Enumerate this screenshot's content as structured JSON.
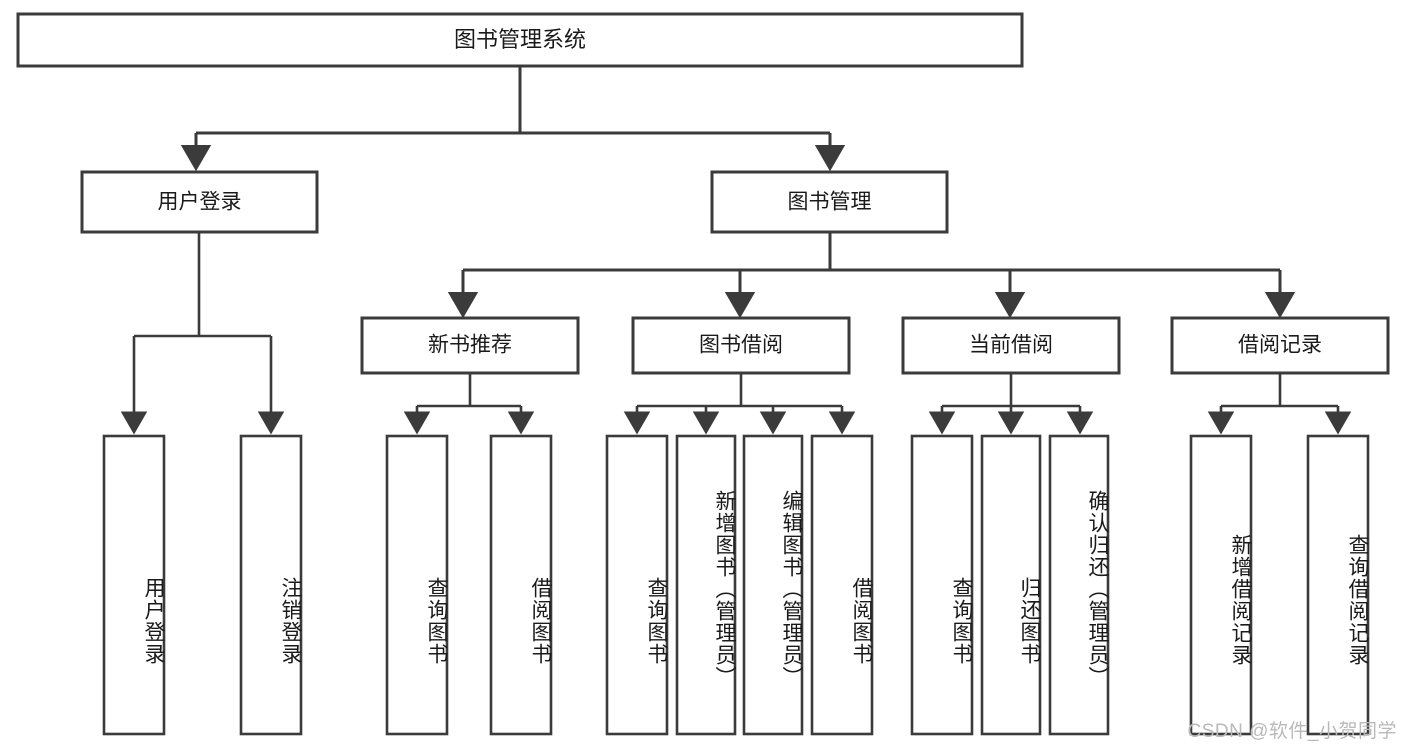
{
  "diagram": {
    "type": "tree-hierarchy-chart",
    "title": "图书管理系统",
    "background_color": "#ffffff",
    "box_stroke_color": "#3b3b3b",
    "box_fill_color": "#ffffff",
    "text_color": "#1a1a1a",
    "levels": 4,
    "root": {
      "id": "root",
      "label": "图书管理系统",
      "orientation": "horizontal"
    },
    "level2": [
      {
        "id": "user-login",
        "label": "用户登录",
        "orientation": "horizontal"
      },
      {
        "id": "book-management",
        "label": "图书管理",
        "orientation": "horizontal"
      }
    ],
    "level3": [
      {
        "id": "new-book-recommend",
        "label": "新书推荐",
        "parent": "book-management",
        "orientation": "horizontal"
      },
      {
        "id": "book-borrow",
        "label": "图书借阅",
        "parent": "book-management",
        "orientation": "horizontal"
      },
      {
        "id": "current-borrow",
        "label": "当前借阅",
        "parent": "book-management",
        "orientation": "horizontal"
      },
      {
        "id": "borrow-record",
        "label": "借阅记录",
        "parent": "book-management",
        "orientation": "horizontal"
      }
    ],
    "leaves": [
      {
        "id": "leaf-user-login",
        "label": "用户登录",
        "parent": "user-login",
        "orientation": "vertical"
      },
      {
        "id": "leaf-user-logout",
        "label": "注销登录",
        "parent": "user-login",
        "orientation": "vertical"
      },
      {
        "id": "leaf-query-book-1",
        "label": "查询图书",
        "parent": "new-book-recommend",
        "orientation": "vertical"
      },
      {
        "id": "leaf-borrow-book-1",
        "label": "借阅图书",
        "parent": "new-book-recommend",
        "orientation": "vertical"
      },
      {
        "id": "leaf-query-book-2",
        "label": "查询图书",
        "parent": "book-borrow",
        "orientation": "vertical"
      },
      {
        "id": "leaf-add-book",
        "label": "新增图书（管理员）",
        "parent": "book-borrow",
        "orientation": "vertical"
      },
      {
        "id": "leaf-edit-book",
        "label": "编辑图书（管理员）",
        "parent": "book-borrow",
        "orientation": "vertical"
      },
      {
        "id": "leaf-borrow-book-2",
        "label": "借阅图书",
        "parent": "book-borrow",
        "orientation": "vertical"
      },
      {
        "id": "leaf-query-book-3",
        "label": "查询图书",
        "parent": "current-borrow",
        "orientation": "vertical"
      },
      {
        "id": "leaf-return-book",
        "label": "归还图书",
        "parent": "current-borrow",
        "orientation": "vertical"
      },
      {
        "id": "leaf-confirm-return",
        "label": "确认归还（管理员）",
        "parent": "current-borrow",
        "orientation": "vertical"
      },
      {
        "id": "leaf-add-record",
        "label": "新增借阅记录",
        "parent": "borrow-record",
        "orientation": "vertical"
      },
      {
        "id": "leaf-query-record",
        "label": "查询借阅记录",
        "parent": "borrow-record",
        "orientation": "vertical"
      }
    ]
  },
  "watermark": {
    "text": "CSDN @软件_小贺同学"
  }
}
